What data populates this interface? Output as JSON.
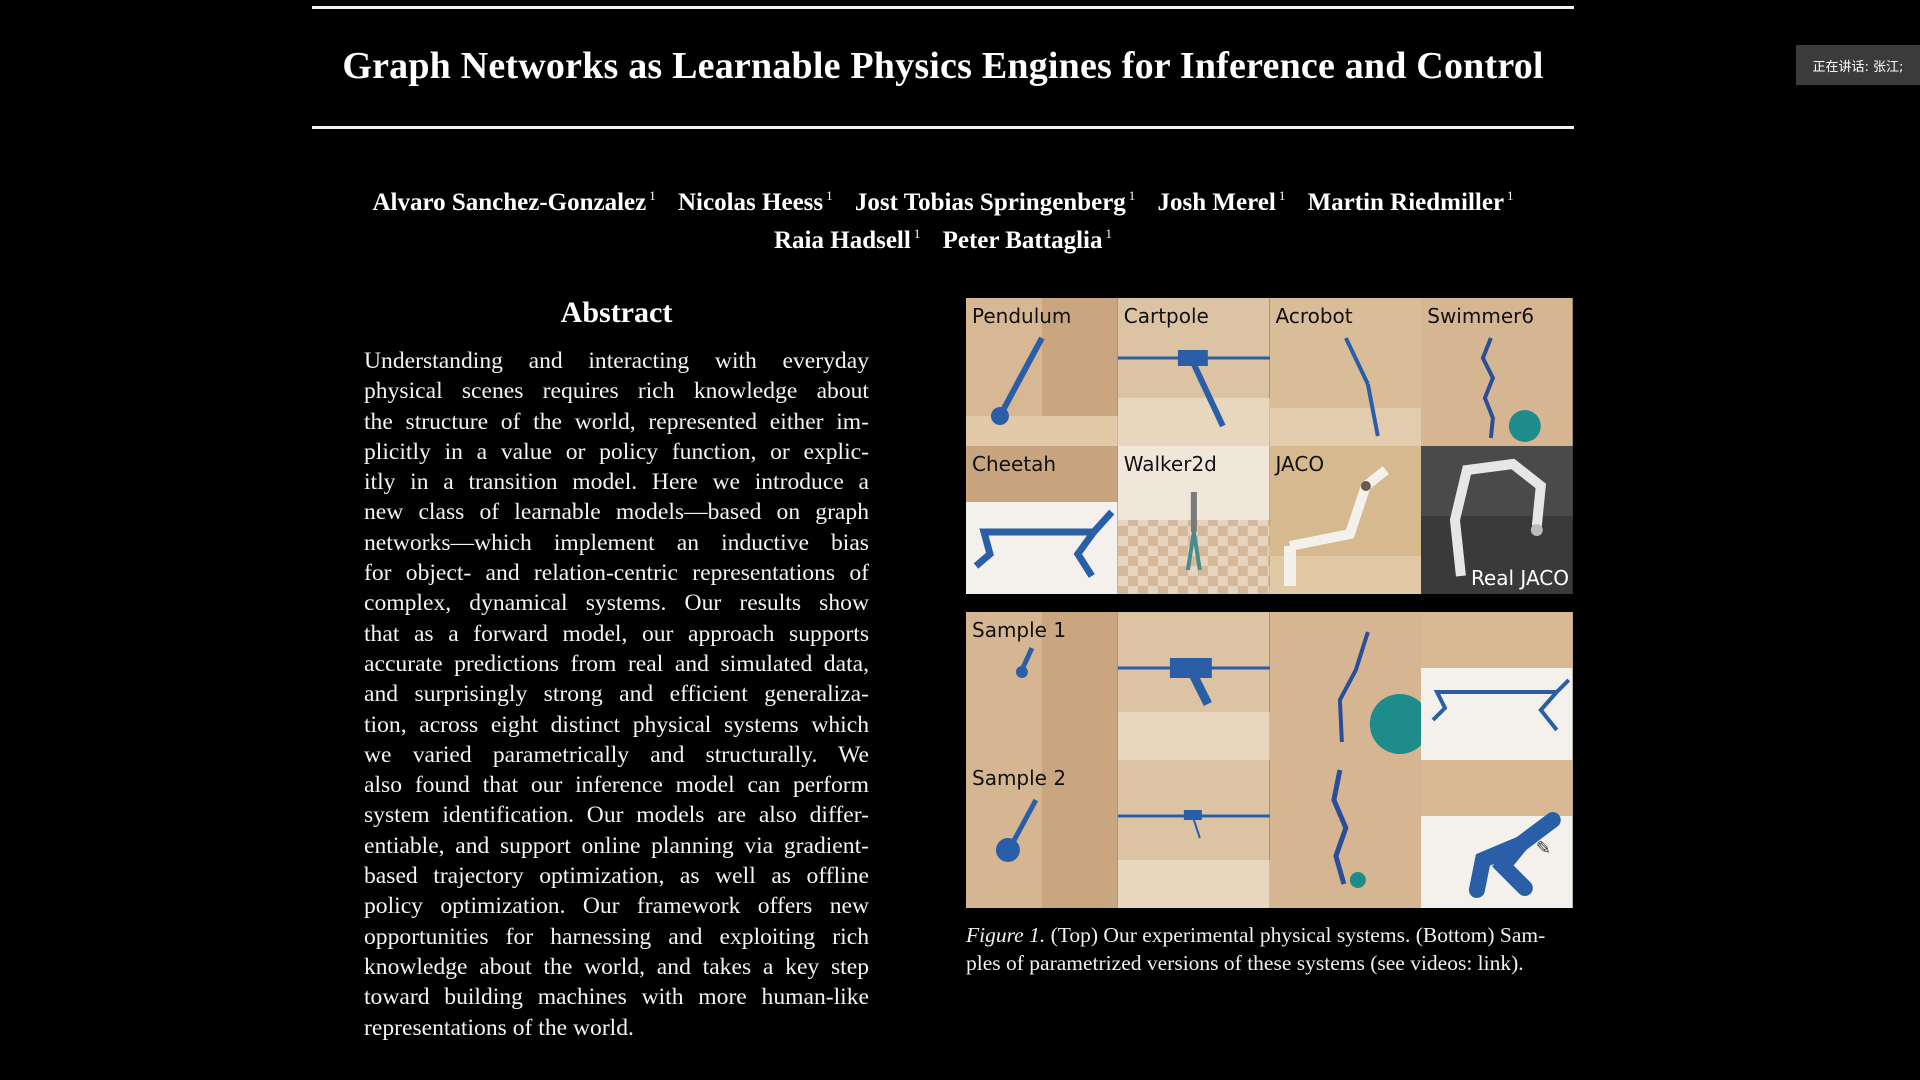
{
  "paper": {
    "title": "Graph Networks as Learnable Physics Engines for Inference and Control",
    "authors": [
      {
        "name": "Alvaro Sanchez-Gonzalez",
        "affil": "1"
      },
      {
        "name": "Nicolas Heess",
        "affil": "1"
      },
      {
        "name": "Jost Tobias Springenberg",
        "affil": "1"
      },
      {
        "name": "Josh Merel",
        "affil": "1"
      },
      {
        "name": "Martin Riedmiller",
        "affil": "1"
      },
      {
        "name": "Raia Hadsell",
        "affil": "1"
      },
      {
        "name": "Peter Battaglia",
        "affil": "1"
      }
    ],
    "abstract_heading": "Abstract",
    "abstract_lines": [
      "Understanding and interacting with everyday",
      "physical scenes requires rich knowledge about",
      "the structure of the world, represented either im-",
      "plicitly in a value or policy function, or explic-",
      "itly in a transition model. Here we introduce a",
      "new class of learnable models—based on graph",
      "networks—which implement an inductive bias",
      "for object- and relation-centric representations of",
      "complex, dynamical systems. Our results show",
      "that as a forward model, our approach supports",
      "accurate predictions from real and simulated data,",
      "and surprisingly strong and efficient generaliza-",
      "tion, across eight distinct physical systems which",
      "we varied parametrically and structurally. We",
      "also found that our inference model can perform",
      "system identification. Our models are also differ-",
      "entiable, and support online planning via gradient-",
      "based trajectory optimization, as well as offline",
      "policy optimization. Our framework offers new",
      "opportunities for harnessing and exploiting rich",
      "knowledge about the world, and takes a key step",
      "toward building machines with more human-like",
      "representations of the world."
    ],
    "figure": {
      "top_labels": [
        "Pendulum",
        "Cartpole",
        "Acrobot",
        "Swimmer6",
        "Cheetah",
        "Walker2d",
        "JACO"
      ],
      "real_jaco_label": "Real JACO",
      "sample_labels": [
        "Sample 1",
        "Sample 2"
      ],
      "caption_label": "Figure 1.",
      "caption_line1": "(Top) Our experimental physical systems. (Bottom) Sam-",
      "caption_line2": "ples of parametrized versions of these systems (see videos: link)."
    }
  },
  "overlay": {
    "speaking_text": "正在讲话: 张江;"
  },
  "colors": {
    "background": "#000000",
    "text": "#ffffff",
    "body_blue": "#2a5fa8",
    "sim_floor": "#d9c1a3",
    "teal_ball": "#1f8c8c"
  }
}
